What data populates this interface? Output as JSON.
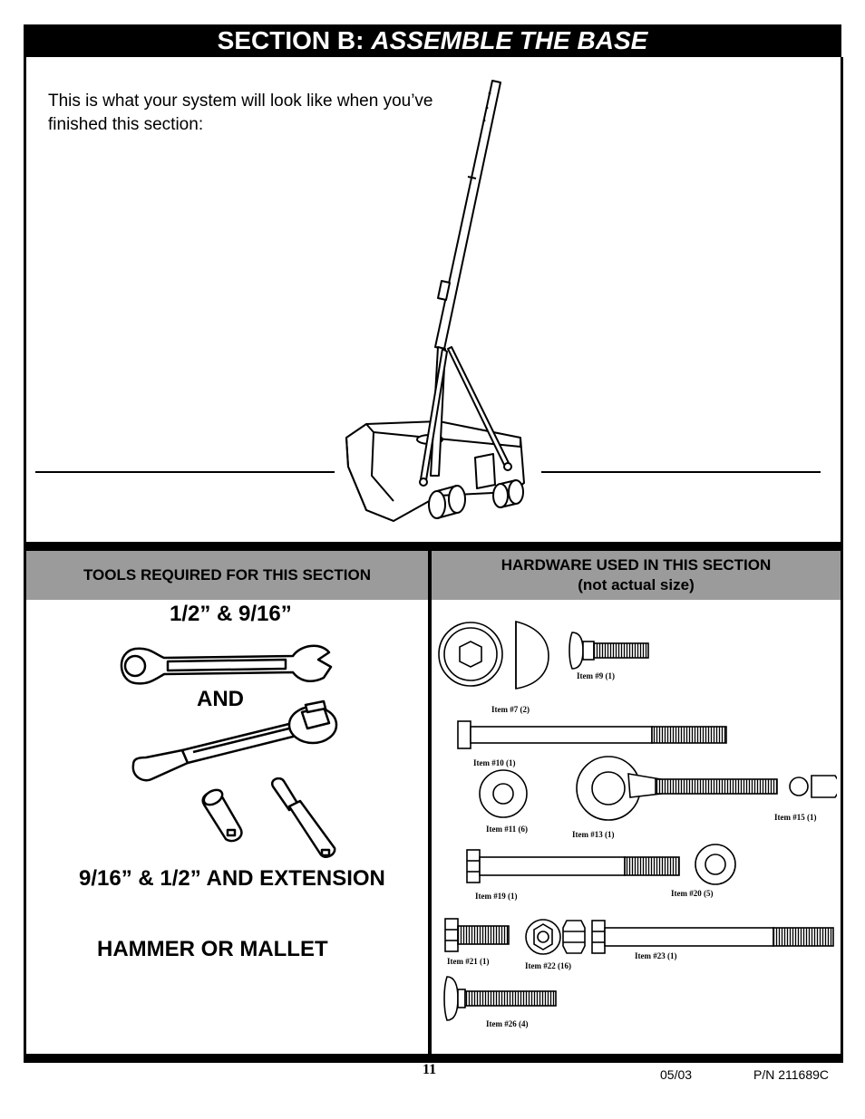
{
  "header": {
    "title_prefix": "SECTION B:",
    "title_italic": "ASSEMBLE THE BASE"
  },
  "intro": {
    "text": "This is what your system will look like when you’ve finished this section:"
  },
  "tools": {
    "header": "TOOLS REQUIRED FOR THIS SECTION",
    "wrench_sizes": "1/2” & 9/16”",
    "and": "AND",
    "sockets": "9/16” & 1/2” AND EXTENSION",
    "hammer": "HAMMER OR MALLET"
  },
  "hardware": {
    "header_line1": "HARDWARE USED IN THIS SECTION",
    "header_line2": "(not actual size)",
    "items": [
      "Item #7 (2)",
      "Item #9 (1)",
      "Item #10 (1)",
      "Item #11 (6)",
      "Item #13 (1)",
      "Item #15 (1)",
      "Item #19 (1)",
      "Item #20 (5)",
      "Item #21 (1)",
      "Item #22 (16)",
      "Item #23 (1)",
      "Item #26 (4)"
    ]
  },
  "footer": {
    "page_number": "11",
    "date": "05/03",
    "part_number": "P/N 211689C"
  }
}
